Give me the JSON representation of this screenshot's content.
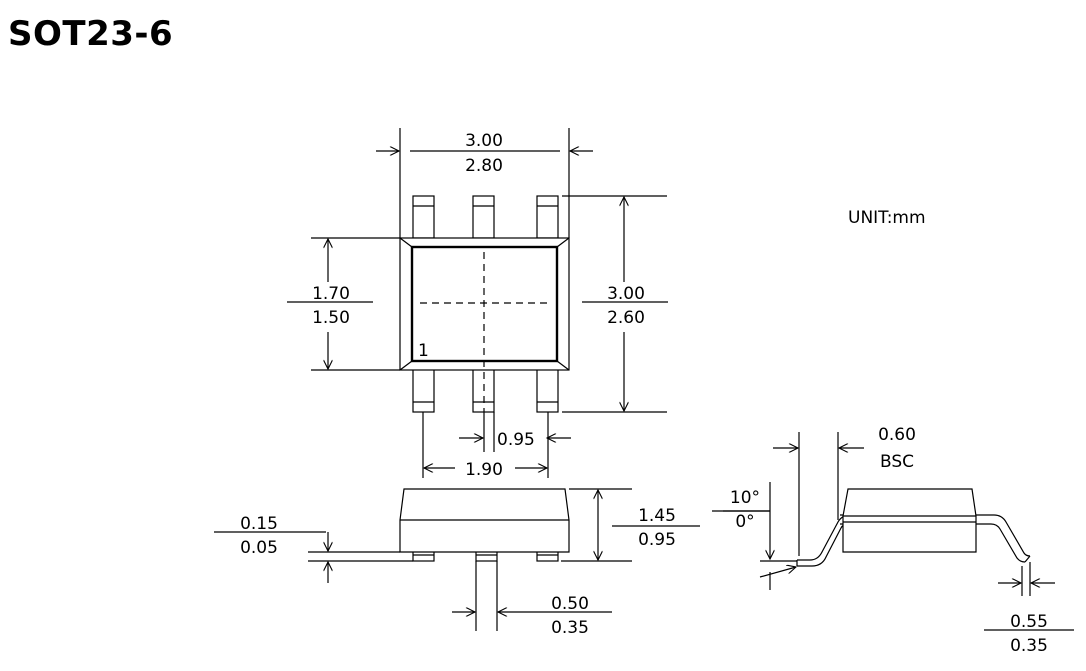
{
  "title": "SOT23-6",
  "unit": "UNIT:mm",
  "pin1_marker": "1",
  "top_view": {
    "body_width": {
      "max": "3.00",
      "min": "2.80"
    },
    "body_height": {
      "max": "1.70",
      "min": "1.50"
    },
    "overall_height": {
      "max": "3.00",
      "min": "2.60"
    },
    "pitch": "0.95",
    "pitch_double": "1.90"
  },
  "front_view": {
    "standoff": {
      "max": "0.15",
      "min": "0.05"
    },
    "package_height": {
      "max": "1.45",
      "min": "0.95"
    },
    "lead_width": {
      "max": "0.50",
      "min": "0.35"
    }
  },
  "side_view": {
    "lead_angle": {
      "max": "10°",
      "min": "0°"
    },
    "foot_length": {
      "value": "0.60",
      "note": "BSC"
    },
    "lead_thickness": {
      "max": "0.55",
      "min": "0.35"
    }
  }
}
